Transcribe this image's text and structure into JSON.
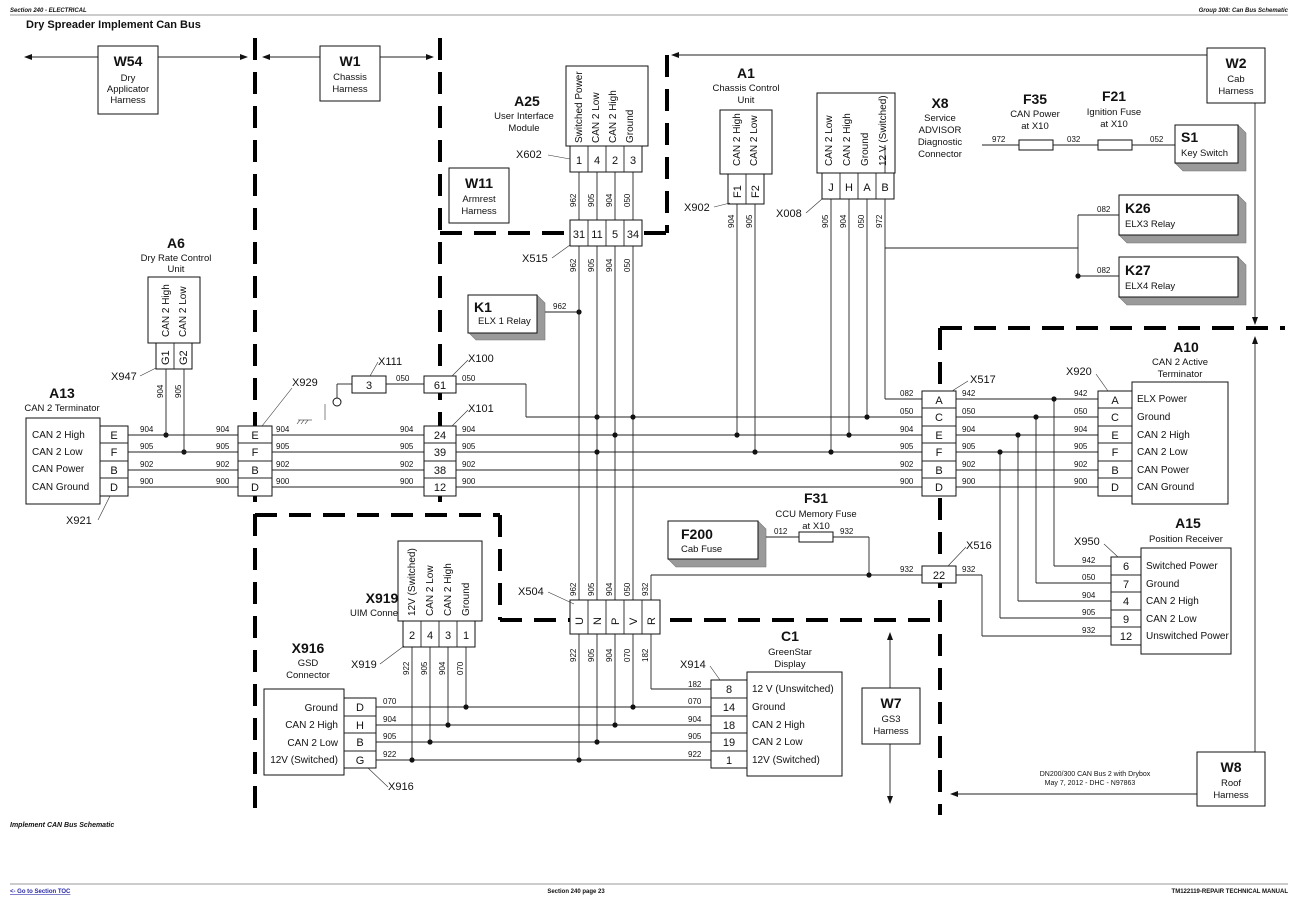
{
  "header": {
    "section": "Section 240 - ELECTRICAL",
    "group": "Group 308: Can Bus Schematic",
    "title": "Dry Spreader Implement Can Bus"
  },
  "footer": {
    "caption": "Implement CAN Bus Schematic",
    "link": "<- Go to Section TOC",
    "page": "Section 240 page 23",
    "manual": "TM122119-REPAIR TECHNICAL MANUAL"
  },
  "harnesses": {
    "w54": {
      "name": "W54",
      "l1": "Dry",
      "l2": "Applicator",
      "l3": "Harness"
    },
    "w1": {
      "name": "W1",
      "l1": "Chassis",
      "l2": "Harness"
    },
    "w11": {
      "name": "W11",
      "l1": "Armrest",
      "l2": "Harness"
    },
    "w2": {
      "name": "W2",
      "l1": "Cab",
      "l2": "Harness"
    },
    "w7": {
      "name": "W7",
      "l1": "GS3",
      "l2": "Harness"
    },
    "w8": {
      "name": "W8",
      "l1": "Roof",
      "l2": "Harness"
    }
  },
  "components": {
    "a25": {
      "name": "A25",
      "l1": "User Interface",
      "l2": "Module",
      "pins": [
        "Switched Power",
        "CAN 2 Low",
        "CAN 2 High",
        "Ground"
      ]
    },
    "a1": {
      "name": "A1",
      "l1": "Chassis Control",
      "l2": "Unit",
      "pins": [
        "CAN 2 High",
        "CAN 2 Low"
      ]
    },
    "x8": {
      "name": "X8",
      "l1": "Service",
      "l2": "ADVISOR",
      "l3": "Diagnostic",
      "l4": "Connector",
      "pins": [
        "CAN 2 Low",
        "CAN 2 High",
        "Ground",
        "12 V (Switched)"
      ]
    },
    "f35": {
      "name": "F35",
      "l1": "CAN Power",
      "l2": "at X10"
    },
    "f21": {
      "name": "F21",
      "l1": "Ignition Fuse",
      "l2": "at X10"
    },
    "s1": {
      "name": "S1",
      "l1": "Key Switch"
    },
    "k26": {
      "name": "K26",
      "l1": "ELX3 Relay"
    },
    "k27": {
      "name": "K27",
      "l1": "ELX4 Relay"
    },
    "k1": {
      "name": "K1",
      "l1": "ELX 1 Relay"
    },
    "a6": {
      "name": "A6",
      "l1": "Dry Rate Control",
      "l2": "Unit",
      "pins": [
        "CAN 2 High",
        "CAN 2 Low"
      ]
    },
    "a13": {
      "name": "A13",
      "l1": "CAN 2 Terminator",
      "pins": [
        "CAN 2 High",
        "CAN 2 Low",
        "CAN Power",
        "CAN Ground"
      ]
    },
    "a10": {
      "name": "A10",
      "l1": "CAN 2 Active",
      "l2": "Terminator",
      "pins": [
        "ELX Power",
        "Ground",
        "CAN 2 High",
        "CAN 2 Low",
        "CAN Power",
        "CAN Ground"
      ]
    },
    "f31": {
      "name": "F31",
      "l1": "CCU Memory Fuse",
      "l2": "at X10"
    },
    "f200": {
      "name": "F200",
      "l1": "Cab Fuse"
    },
    "a15": {
      "name": "A15",
      "l1": "Position Receiver",
      "pins": [
        "Switched Power",
        "Ground",
        "CAN 2 High",
        "CAN 2 Low",
        "Unswitched Power"
      ]
    },
    "x919": {
      "name": "X919",
      "l1": "UIM Connector",
      "pins": [
        "12V (Switched)",
        "CAN 2 Low",
        "CAN 2 High",
        "Ground"
      ]
    },
    "x916": {
      "name": "X916",
      "l1": "GSD",
      "l2": "Connector",
      "pins": [
        "Ground",
        "CAN 2 High",
        "CAN 2 Low",
        "12V (Switched)"
      ]
    },
    "c1": {
      "name": "C1",
      "l1": "GreenStar",
      "l2": "Display",
      "pins": [
        "12 V (Unswitched)",
        "Ground",
        "CAN 2 High",
        "CAN 2 Low",
        "12V (Switched)"
      ]
    }
  },
  "connectors": {
    "x602": {
      "label": "X602",
      "pins": [
        "1",
        "4",
        "2",
        "3"
      ]
    },
    "x515": {
      "label": "X515",
      "pins": [
        "31",
        "11",
        "5",
        "34"
      ]
    },
    "x902": {
      "label": "X902",
      "pins": [
        "F1",
        "F2"
      ]
    },
    "x008": {
      "label": "X008",
      "pins": [
        "J",
        "H",
        "A",
        "B"
      ]
    },
    "x947": {
      "label": "X947",
      "pins": [
        "G1",
        "G2"
      ]
    },
    "x921": {
      "label": "X921",
      "pins": [
        "E",
        "F",
        "B",
        "D"
      ]
    },
    "x929": {
      "label": "X929",
      "pins": [
        "E",
        "F",
        "B",
        "D"
      ]
    },
    "x111": {
      "label": "X111",
      "pins": [
        "3"
      ]
    },
    "x100": {
      "label": "X100",
      "pins": [
        "61"
      ]
    },
    "x101": {
      "label": "X101",
      "pins": [
        "24",
        "39",
        "38",
        "12"
      ]
    },
    "x517": {
      "label": "X517",
      "pins": [
        "A",
        "C",
        "E",
        "F",
        "B",
        "D"
      ]
    },
    "x920": {
      "label": "X920",
      "pins": [
        "A",
        "C",
        "E",
        "F",
        "B",
        "D"
      ]
    },
    "x516": {
      "label": "X516",
      "pins": [
        "22"
      ]
    },
    "x950": {
      "label": "X950",
      "pins": [
        "6",
        "7",
        "4",
        "9",
        "12"
      ]
    },
    "x504": {
      "label": "X504",
      "pins": [
        "U",
        "N",
        "P",
        "V",
        "R"
      ]
    },
    "x919c": {
      "label": "X919",
      "pins": [
        "2",
        "4",
        "3",
        "1"
      ]
    },
    "x916c": {
      "label": "X916",
      "pins": [
        "D",
        "H",
        "B",
        "G"
      ]
    },
    "x914": {
      "label": "X914",
      "pins": [
        "8",
        "14",
        "18",
        "19",
        "1"
      ]
    }
  },
  "wires": {
    "a25_top": [
      "962",
      "905",
      "904",
      "050"
    ],
    "a25_bot": [
      "962",
      "905",
      "904",
      "050"
    ],
    "a1": [
      "904",
      "905"
    ],
    "x8": [
      "905",
      "904",
      "050",
      "972"
    ],
    "a6": [
      "904",
      "905"
    ],
    "can": [
      "904",
      "905",
      "902",
      "900"
    ],
    "f35_in": "972",
    "f35_f21": "032",
    "s1": "052",
    "k26": "082",
    "k27": "082",
    "k1": "962",
    "x111": "050",
    "x100": "050",
    "a10": [
      "942",
      "050",
      "904",
      "905",
      "902",
      "900"
    ],
    "x517": [
      "082",
      "050",
      "904",
      "905",
      "902",
      "900"
    ],
    "f200": "012",
    "f31": "932",
    "x516_in": "932",
    "x516_out": "932",
    "a15": [
      "942",
      "050",
      "904",
      "905",
      "932"
    ],
    "x504": [
      "962",
      "905",
      "904",
      "050",
      "932"
    ],
    "x504_bot": [
      "922",
      "905",
      "904",
      "070",
      "182"
    ],
    "x919": [
      "922",
      "905",
      "904",
      "070"
    ],
    "x916": [
      "070",
      "904",
      "905",
      "922"
    ],
    "x914": [
      "182",
      "070",
      "904",
      "905",
      "922"
    ]
  },
  "note": {
    "l1": "DN200/300 CAN Bus 2 with Drybox",
    "l2": "May 7, 2012 - DHC - N97863"
  }
}
